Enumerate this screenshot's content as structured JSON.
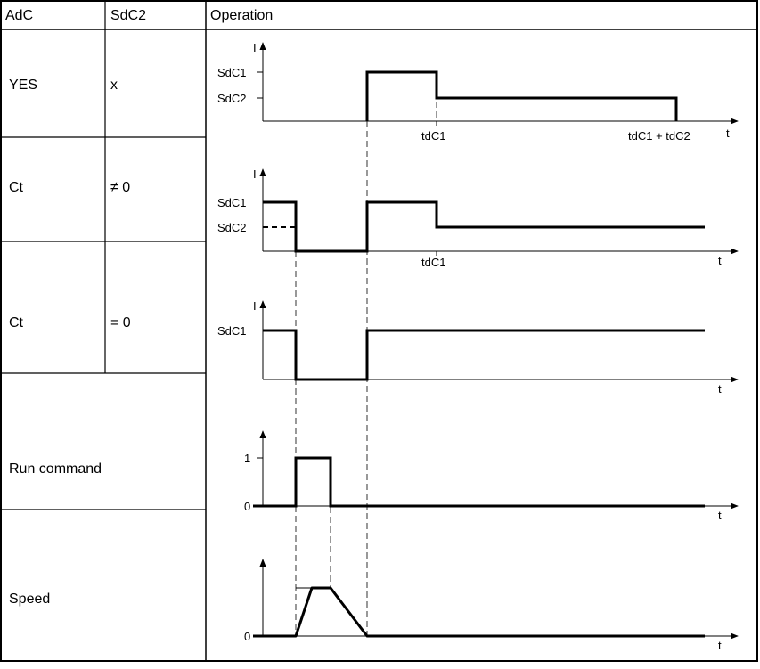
{
  "header": {
    "col1": "AdC",
    "col2": "SdC2",
    "col3": "Operation"
  },
  "rows": [
    {
      "adc": "YES",
      "sdc2": "x"
    },
    {
      "adc": "Ct",
      "sdc2": "≠ 0"
    },
    {
      "adc": "Ct",
      "sdc2": "= 0"
    },
    {
      "adc": "Run command"
    },
    {
      "adc": "Speed"
    }
  ],
  "plots": {
    "p1": {
      "y_axis": "I",
      "x_axis": "t",
      "levels": [
        "SdC1",
        "SdC2"
      ],
      "x_marks": [
        "tdC1",
        "tdC1 + tdC2"
      ]
    },
    "p2": {
      "y_axis": "I",
      "x_axis": "t",
      "levels": [
        "SdC1",
        "SdC2"
      ],
      "x_marks": [
        "tdC1"
      ]
    },
    "p3": {
      "y_axis": "I",
      "x_axis": "t",
      "levels": [
        "SdC1"
      ]
    },
    "p4": {
      "x_axis": "t",
      "levels": [
        "1",
        "0"
      ]
    },
    "p5": {
      "x_axis": "t",
      "levels": [
        "0"
      ]
    }
  }
}
